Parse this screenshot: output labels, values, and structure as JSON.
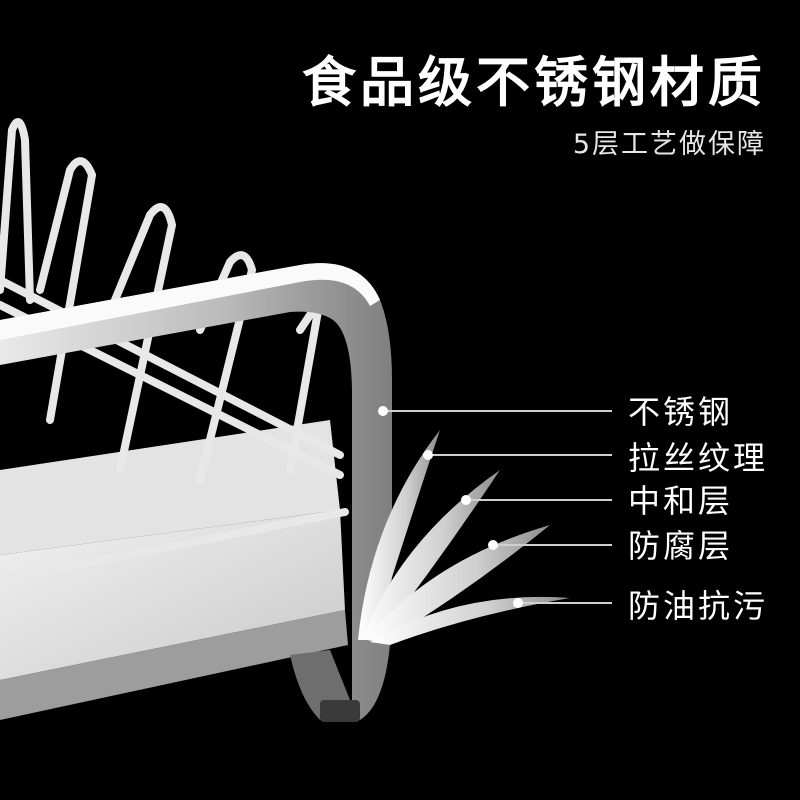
{
  "headline": "食品级不锈钢材质",
  "subline": "5层工艺做保障",
  "layers": [
    {
      "label": "不锈钢"
    },
    {
      "label": "拉丝纹理"
    },
    {
      "label": "中和层"
    },
    {
      "label": "防腐层"
    },
    {
      "label": "防油抗污"
    }
  ],
  "colors": {
    "background": "#000000",
    "text": "#ffffff",
    "steel_light": "#f0f0f0",
    "steel_dark": "#8a8a8a"
  }
}
